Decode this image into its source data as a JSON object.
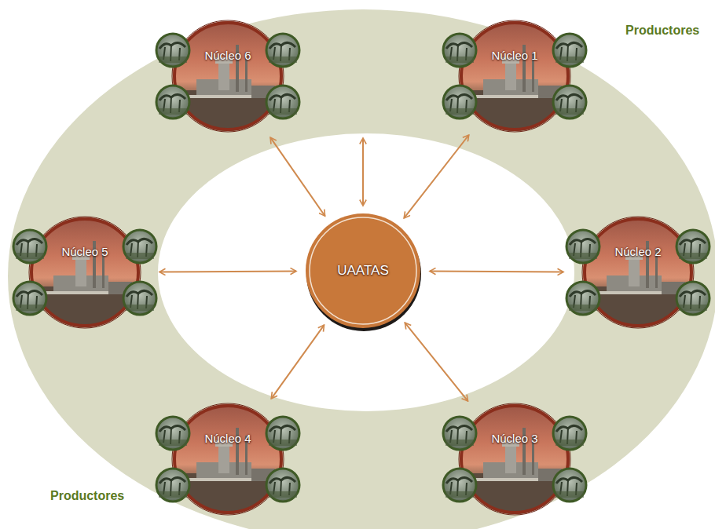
{
  "diagram": {
    "nodes": [
      {
        "text": [
          "Núcleo 6"
        ]
      },
      {
        "text": [
          "Núcleo 1"
        ]
      },
      {
        "text": [
          "Núcleo 5"
        ]
      },
      {
        "text": [
          "UAATAS"
        ]
      },
      {
        "text": [
          "Núcleo 2"
        ]
      },
      {
        "text": [
          "Núcleo 4"
        ]
      },
      {
        "text": [
          "Núcleo 3"
        ]
      }
    ],
    "edges": [
      {
        "from": 3,
        "to": 0,
        "arrow": "both"
      },
      {
        "from": 3,
        "to": 1,
        "arrow": "both"
      },
      {
        "from": 3,
        "to": 2,
        "arrow": "both"
      },
      {
        "from": 3,
        "to": 4,
        "arrow": "both"
      },
      {
        "from": 3,
        "to": 5,
        "arrow": "both"
      },
      {
        "from": 3,
        "to": 6,
        "arrow": "both"
      }
    ],
    "labels": [
      "Productores",
      "Productores"
    ]
  }
}
